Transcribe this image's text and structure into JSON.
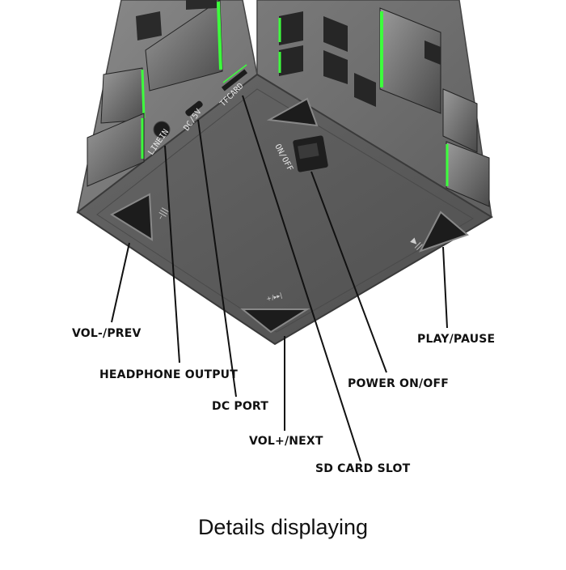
{
  "product_labels": {
    "line_in": "LINEIN",
    "dc_5v": "DC/5V",
    "tf_card": "TFCARD",
    "on_off": "ON/OFF"
  },
  "callouts": {
    "vol_prev": "VOL-/PREV",
    "headphone_output": "HEADPHONE OUTPUT",
    "dc_port": "DC PORT",
    "vol_next": "VOL+/NEXT",
    "sd_card_slot": "SD CARD SLOT",
    "power_on_off": "POWER ON/OFF",
    "play_pause": "PLAY/PAUSE"
  },
  "caption": "Details displaying",
  "colors": {
    "body_gray": "#6e6e6e",
    "bottom_gray": "#5b5b5b",
    "led_green": "#3dff3d",
    "button_dark": "#1c1c1c"
  }
}
